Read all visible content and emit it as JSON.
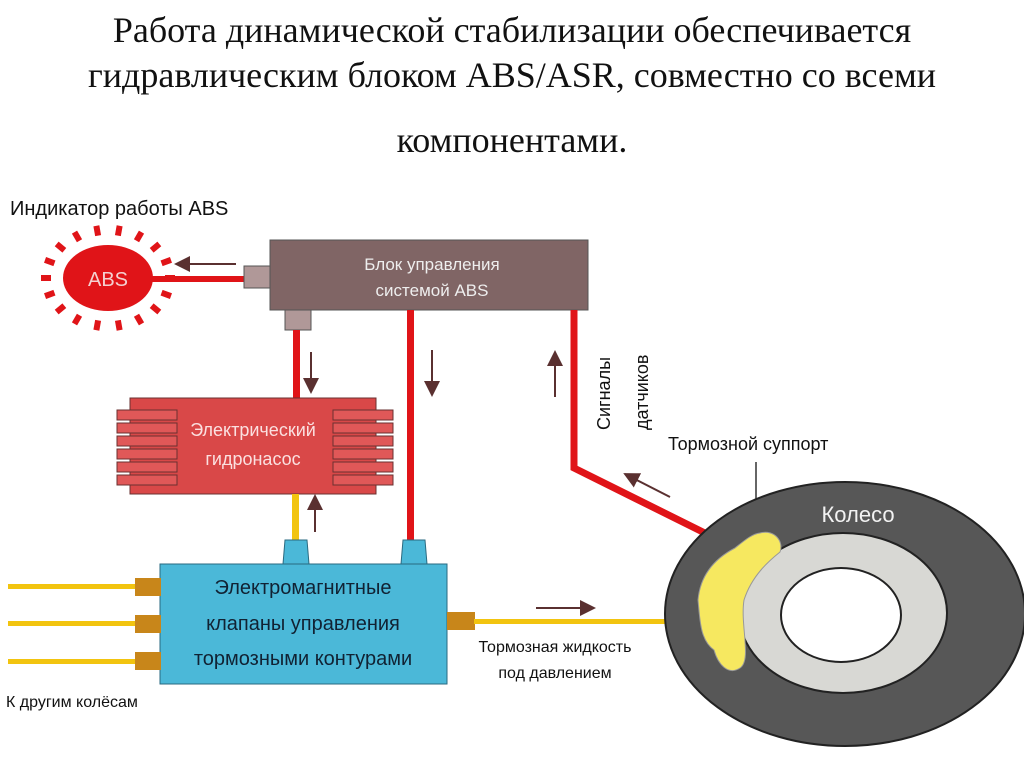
{
  "title": {
    "line1": "Работа динамической стабилизации обеспечивается",
    "line2": "гидравлическим блоком ABS/ASR, совместно со всеми",
    "line3": "компонентами."
  },
  "diagram": {
    "abs_indicator_label": "Индикатор работы ABS",
    "abs_lamp_text": "ABS",
    "control_unit": {
      "line1": "Блок управления",
      "line2": "системой ABS"
    },
    "pump": {
      "line1": "Электрический",
      "line2": "гидронасос"
    },
    "valves": {
      "line1": "Электромагнитные",
      "line2": "клапаны  управления",
      "line3": "тормозными контурами"
    },
    "sensor_signals": {
      "line1": "Сигналы",
      "line2": "датчиков"
    },
    "caliper_label": "Тормозной суппорт",
    "wheel_label": "Колесо",
    "fluid_label": {
      "line1": "Тормозная жидкость",
      "line2": "под давлением"
    },
    "other_wheels_label": "К другим колёсам"
  },
  "colors": {
    "red_line": "#e01418",
    "control_unit": "#806565",
    "pump": "#d94848",
    "valves": "#4bb8d8",
    "yellow_line": "#f2c40f",
    "connector": "#c8861a",
    "wheel_tire": "#575757",
    "wheel_rim": "#d8d8d4",
    "caliper": "#f6e860"
  }
}
